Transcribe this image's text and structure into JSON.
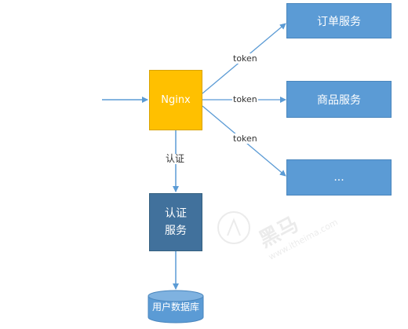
{
  "nodes": {
    "nginx": "Nginx",
    "order_service": "订单服务",
    "product_service": "商品服务",
    "more_services": "...",
    "auth_service_line1": "认证",
    "auth_service_line2": "服务",
    "user_db": "用户数据库"
  },
  "edges": {
    "token_order": "token",
    "token_product": "token",
    "token_more": "token",
    "auth_label": "认证"
  },
  "watermark": {
    "brand": "黑马",
    "url": "www.itheima.com"
  },
  "colors": {
    "nginx": "#ffc000",
    "service": "#5b9bd5",
    "auth_service": "#41719c",
    "arrow": "#5b9bd5"
  }
}
